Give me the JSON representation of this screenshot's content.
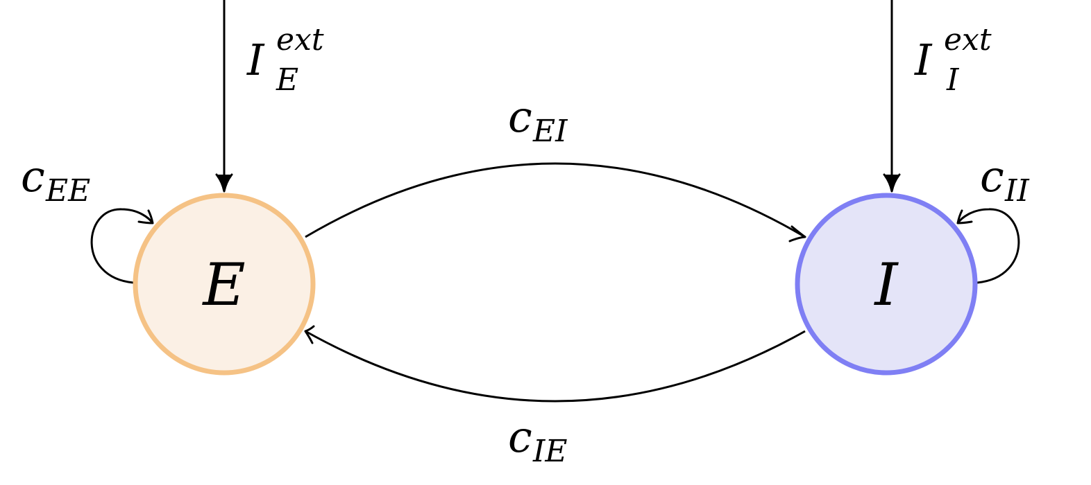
{
  "nodes": {
    "excitatory": {
      "label": "E",
      "fill": "#fbf0e5",
      "stroke": "#f5c285"
    },
    "inhibitory": {
      "label": "I",
      "fill": "#e4e4f8",
      "stroke": "#7f7ff4"
    }
  },
  "inputs": {
    "excitatory": {
      "base": "I",
      "sup": "ext",
      "sub": "E"
    },
    "inhibitory": {
      "base": "I",
      "sup": "ext",
      "sub": "I"
    }
  },
  "edges": {
    "ee": {
      "base": "c",
      "sub": "EE"
    },
    "ei": {
      "base": "c",
      "sub": "EI"
    },
    "ie": {
      "base": "c",
      "sub": "IE"
    },
    "ii": {
      "base": "c",
      "sub": "II"
    }
  }
}
